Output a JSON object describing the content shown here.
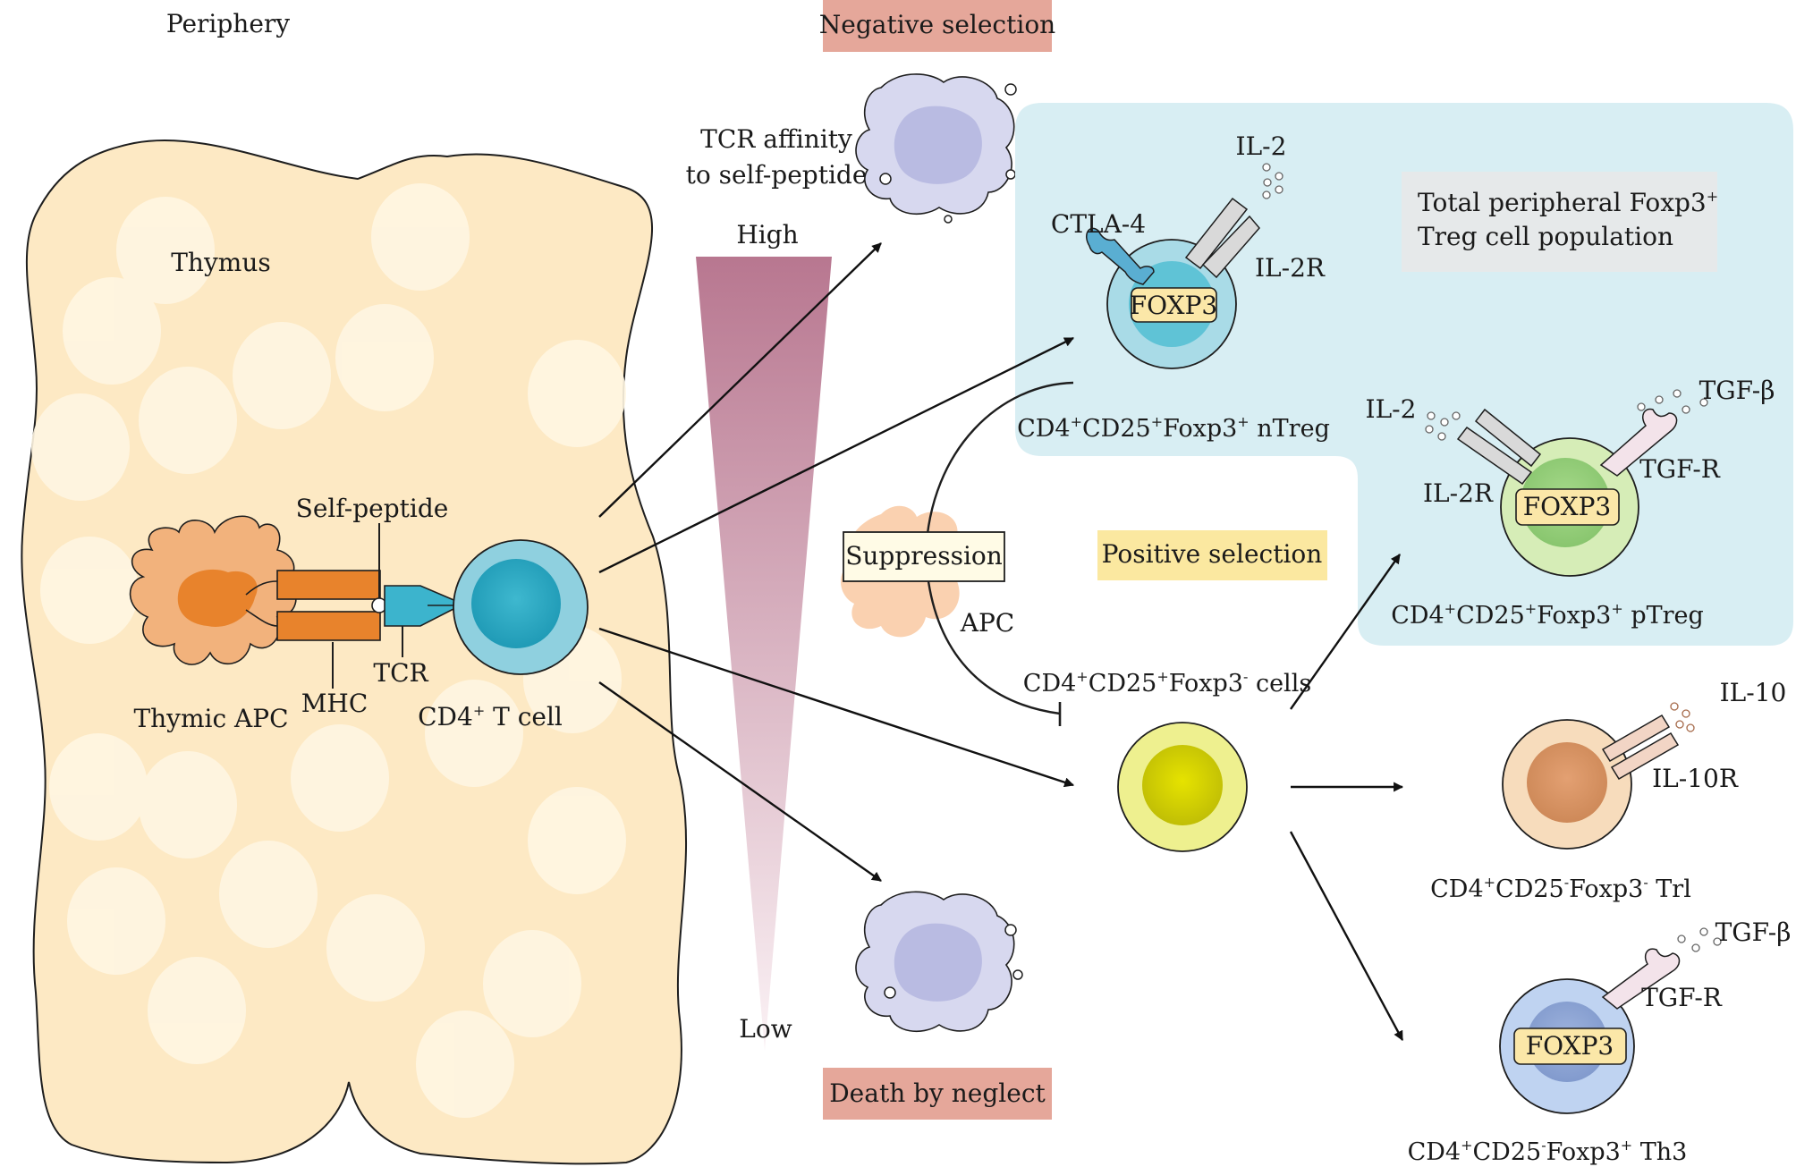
{
  "labels": {
    "periphery": "Periphery",
    "thymus": "Thymus",
    "self_peptide": "Self-peptide",
    "thymic_apc": "Thymic APC",
    "mhc": "MHC",
    "tcr": "TCR",
    "cd4_t_cell": {
      "a": "CD4",
      "sup": "+",
      "b": " T cell"
    },
    "tcr_affinity_1": "TCR affinity",
    "tcr_affinity_2": "to self-peptide",
    "high": "High",
    "low": "Low",
    "negative_selection": "Negative selection",
    "death_by_neglect": "Death by neglect",
    "positive_selection": "Positive selection",
    "suppression": "Suppression",
    "apc": "APC",
    "ctla4": "CTLA-4",
    "il2_top": "IL-2",
    "il2r_top": "IL-2R",
    "foxp3": "FOXP3",
    "total_pop_1": "Total peripheral Foxp3",
    "total_pop_sup": "+",
    "total_pop_2": "Treg cell population",
    "ntreg": {
      "a": "CD4",
      "s1": "+",
      "b": "CD25",
      "s2": "+",
      "c": "Foxp3",
      "s3": "+",
      "d": " nTreg"
    },
    "il2_right": "IL-2",
    "tgfb_top": "TGF-β",
    "il2r_right": "IL-2R",
    "tgfr_mid": "TGF-R",
    "ptreg": {
      "a": "CD4",
      "s1": "+",
      "b": "CD25",
      "s2": "+",
      "c": "Foxp3",
      "s3": "+",
      "d": " pTreg"
    },
    "naive": {
      "a": "CD4",
      "s1": "+",
      "b": "CD25",
      "s2": "+",
      "c": "Foxp3",
      "s3": "-",
      "d": " cells"
    },
    "il10": "IL-10",
    "il10r": "IL-10R",
    "tr1": {
      "a": "CD4",
      "s1": "+",
      "b": "CD25",
      "s2": "-",
      "c": "Foxp3",
      "s3": "-",
      "d": " Trl"
    },
    "tgfb_bottom": "TGF-β",
    "tgfr_bottom": "TGF-R",
    "th3": {
      "a": "CD4",
      "s1": "+",
      "b": "CD25",
      "s2": "-",
      "c": "Foxp3",
      "s3": "+",
      "d": " Th3"
    }
  },
  "colors": {
    "thymus_fill": "#fde9c4",
    "thymus_lobe": "#fff6e2",
    "treg_panel": "#d8eef3",
    "selection_box": "#e5a79a",
    "positive_box": "#fbe8a0",
    "total_pop_box": "#e6e9ea",
    "foxp3_box": "#fbe7a8",
    "gradient_high": "#b87790",
    "cd4_cell": "#8fd0df",
    "ntreg_cell": "#a9dbe7",
    "ptreg_cell": "#d6edb7",
    "naive_cell": "#eef08f",
    "tr1_cell": "#f7dcbc",
    "th3_cell": "#bfd3f1",
    "apc_orange": "#f2b27c",
    "dying_cell": "#d7d8ef"
  }
}
